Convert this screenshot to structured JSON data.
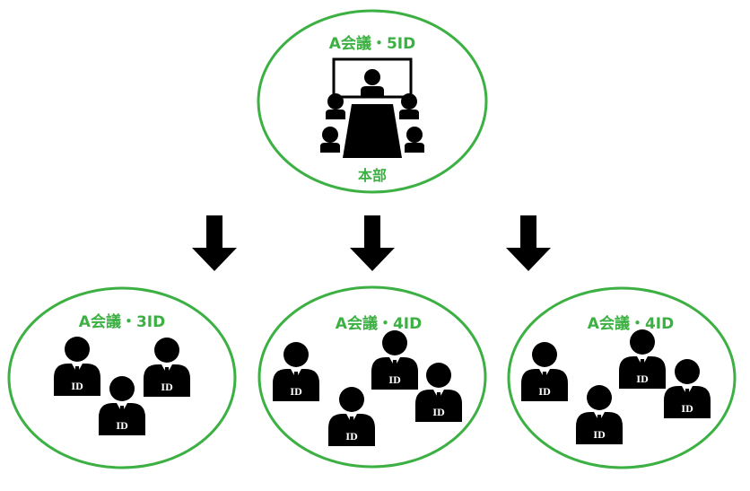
{
  "colors": {
    "accent_green": "#3cb043",
    "ink": "#000000",
    "background": "#ffffff"
  },
  "headquarters": {
    "title": "A会議・5ID",
    "label": "本部",
    "icon": "meeting-room-icon"
  },
  "arrows": {
    "count": 3,
    "icon": "down-arrow-icon"
  },
  "groups": [
    {
      "title": "A会議・3ID",
      "members": [
        "ID",
        "ID",
        "ID"
      ]
    },
    {
      "title": "A会議・4ID",
      "members": [
        "ID",
        "ID",
        "ID",
        "ID"
      ]
    },
    {
      "title": "A会議・4ID",
      "members": [
        "ID",
        "ID",
        "ID",
        "ID"
      ]
    }
  ]
}
